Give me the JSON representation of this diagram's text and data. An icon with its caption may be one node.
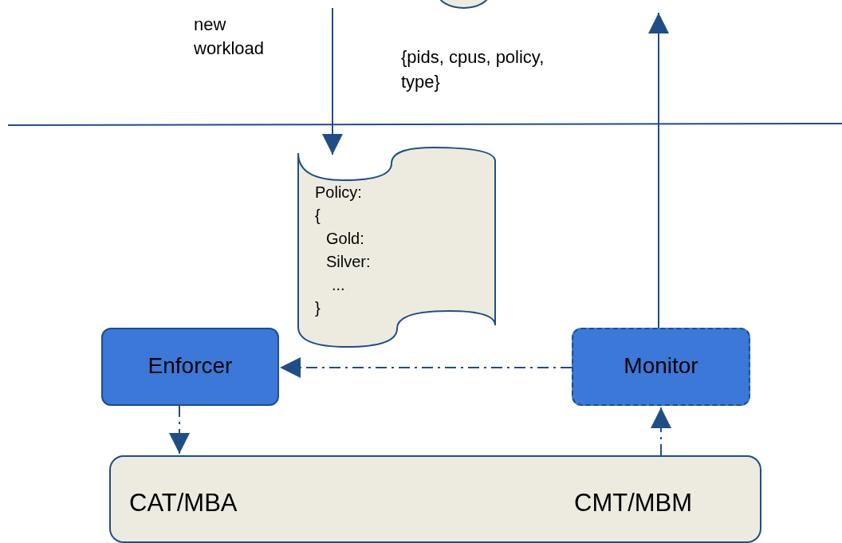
{
  "diagram": {
    "nodes": [
      {
        "text": [],
        "shape": "circle"
      },
      {
        "text": [
          "Policy:",
          "{",
          "Gold:",
          "Silver:",
          "...",
          "}"
        ]
      },
      {
        "text": [
          "Enforcer"
        ]
      },
      {
        "text": [
          "Monitor"
        ]
      },
      {
        "text": [
          "CAT/MBA",
          "CMT/MBM"
        ]
      }
    ],
    "edges": [
      {
        "from": null,
        "to": 1,
        "arrow": "to",
        "label": "new workload"
      },
      {
        "from": 3,
        "to": null,
        "arrow": "to"
      },
      {
        "from": 3,
        "to": 2,
        "arrow": "to",
        "style": "dashed"
      },
      {
        "from": 2,
        "to": 4,
        "arrow": "to",
        "style": "dashed"
      },
      {
        "from": 4,
        "to": 3,
        "arrow": "to",
        "style": "dashed"
      }
    ],
    "labels": [
      "{pids, cpus, policy, type}"
    ]
  }
}
